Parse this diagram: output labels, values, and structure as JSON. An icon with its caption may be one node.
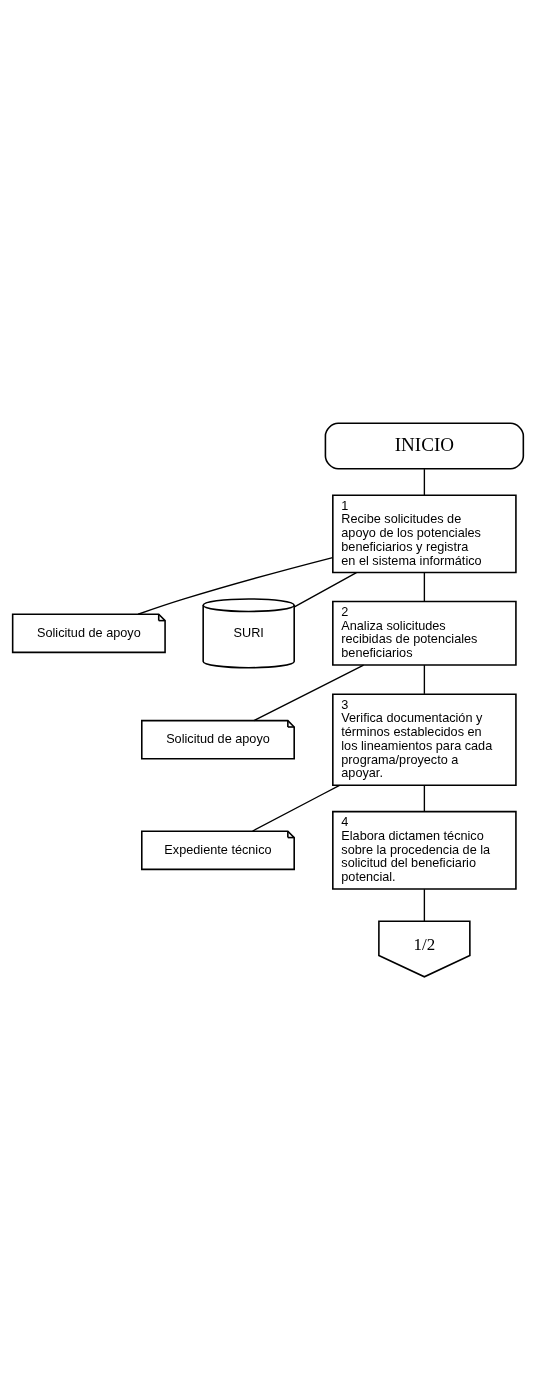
{
  "diagram": {
    "nodes": [
      {
        "text": [
          "INICIO"
        ]
      },
      {
        "text": [
          "1",
          "Recibe solicitudes de apoyo de los potenciales beneficiarios y registra en el sistema informático"
        ]
      },
      {
        "text": [
          "Solicitud de apoyo"
        ]
      },
      {
        "text": [
          "SURI"
        ]
      },
      {
        "text": [
          "2",
          "Analiza solicitudes recibidas de potenciales beneficiarios"
        ]
      },
      {
        "text": [
          "Solicitud de apoyo"
        ]
      },
      {
        "text": [
          "3",
          "Verifica documentación y términos establecidos en los lineamientos para cada programa/proyecto a apoyar."
        ]
      },
      {
        "text": [
          "Expediente técnico"
        ]
      },
      {
        "text": [
          "4",
          "Elabora dictamen técnico sobre la procedencia de la solicitud del beneficiario potencial."
        ]
      },
      {
        "text": [
          "1/2"
        ]
      }
    ],
    "edges": [
      {
        "from": 0,
        "to": 1,
        "arrow": "none"
      },
      {
        "from": 1,
        "to": 2,
        "arrow": "none"
      },
      {
        "from": 1,
        "to": 3,
        "arrow": "none"
      },
      {
        "from": 1,
        "to": 4,
        "arrow": "none"
      },
      {
        "from": 4,
        "to": 5,
        "arrow": "none"
      },
      {
        "from": 4,
        "to": 6,
        "arrow": "none"
      },
      {
        "from": 6,
        "to": 7,
        "arrow": "none"
      },
      {
        "from": 6,
        "to": 8,
        "arrow": "none"
      },
      {
        "from": 8,
        "to": 9,
        "arrow": "none"
      }
    ]
  }
}
